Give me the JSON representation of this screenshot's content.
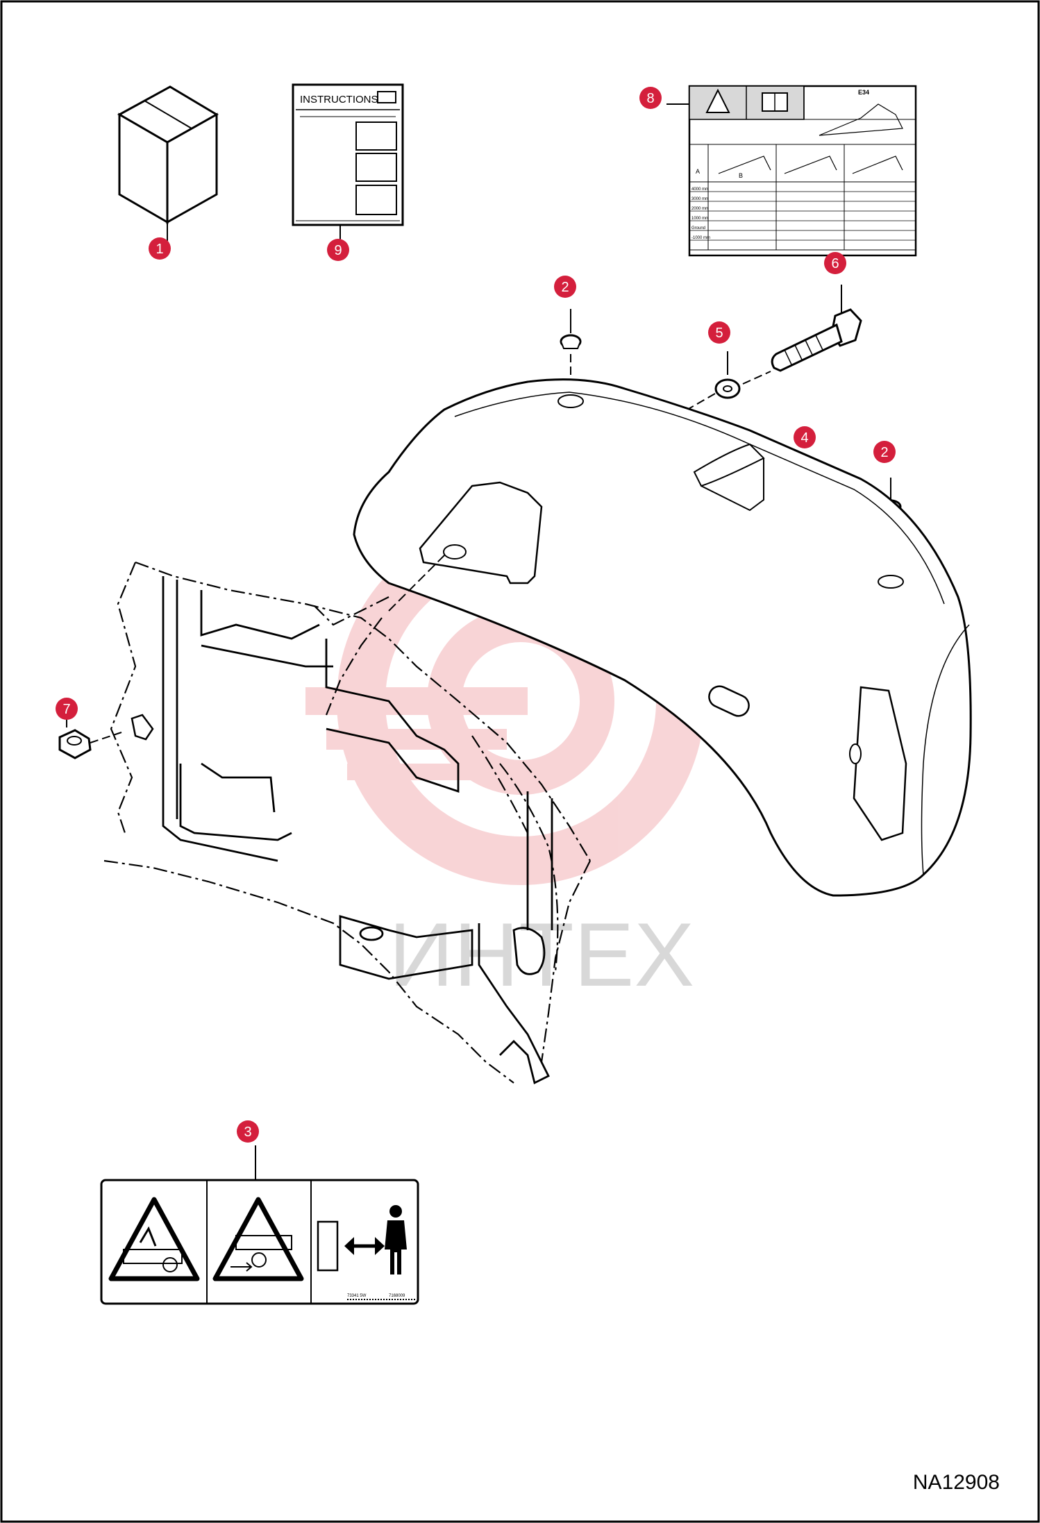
{
  "drawing_number": "NA12908",
  "watermark_text": "ИНТЕХ",
  "instructions_title": "INSTRUCTIONS",
  "callouts": [
    "1",
    "2",
    "2",
    "3",
    "4",
    "5",
    "6",
    "7",
    "8",
    "9"
  ],
  "lifting_decal": {
    "model": "E34",
    "row_label_A": "A",
    "col_label_B": "B",
    "rows": [
      "4000 mm",
      "3000 mm",
      "2000 mm",
      "1000 mm",
      "Ground",
      "-1000 mm"
    ]
  },
  "warning_decal": {
    "code_left": "73341 5W",
    "code_right": "7168009"
  },
  "colors": {
    "callout": "#d41f3c",
    "line": "#000000",
    "watermark": "#f3b2b6"
  }
}
